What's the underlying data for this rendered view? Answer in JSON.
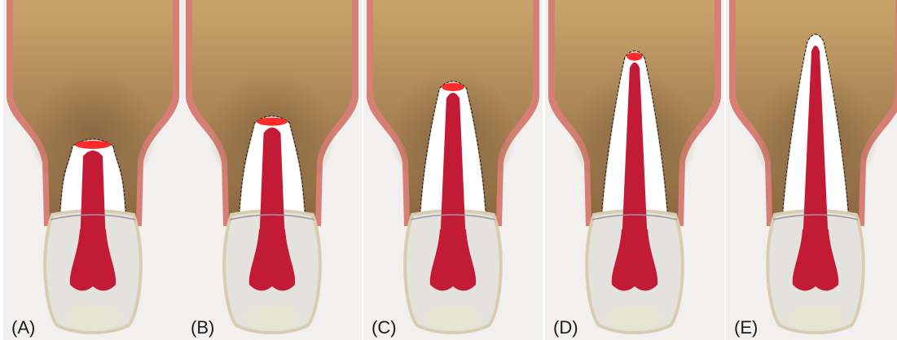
{
  "panels": [
    {
      "label": "(A)",
      "stage": 0.0
    },
    {
      "label": "(B)",
      "stage": 0.22
    },
    {
      "label": "(C)",
      "stage": 0.55
    },
    {
      "label": "(D)",
      "stage": 0.84
    },
    {
      "label": "(E)",
      "stage": 1.0
    }
  ],
  "colors": {
    "background": "#f1f0ee",
    "gingiva": "#d77f74",
    "bone": "#c9a46a",
    "bone_dark": "#8b6741",
    "pulp": "#c31b35",
    "pulp_apex_open": "#ff2a2a",
    "dentin": "#ffffff",
    "enamel": "#e4e2dc",
    "crown_rim": "#d8cdb0",
    "crown_base": "#e6e4d3",
    "pdl_dash": "#111111"
  }
}
